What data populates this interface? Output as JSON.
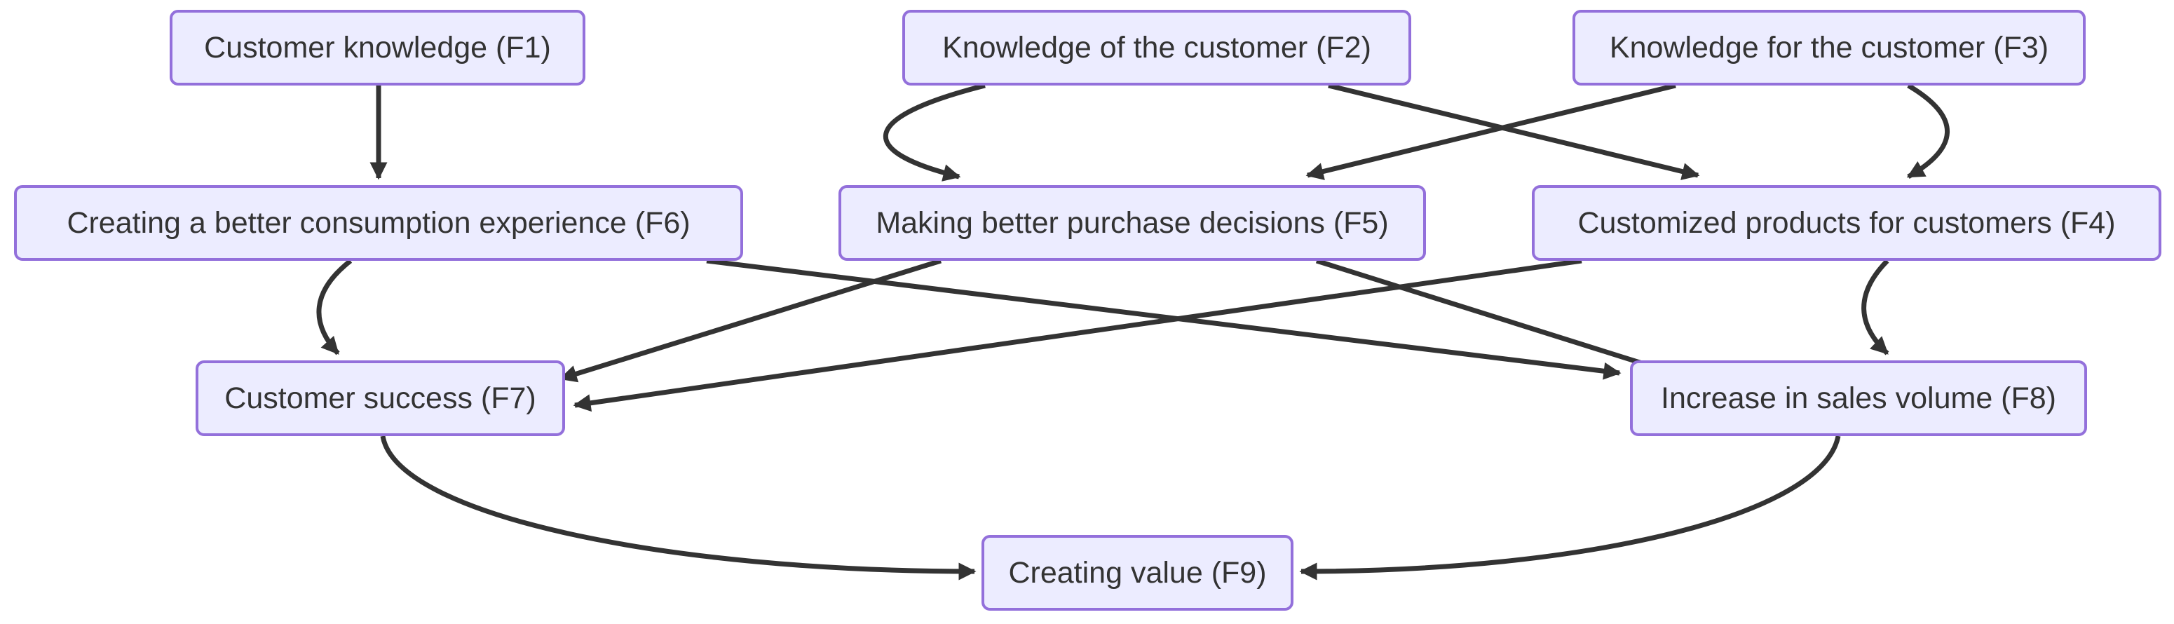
{
  "diagram": {
    "type": "flowchart",
    "direction": "top-down",
    "nodes": {
      "f1": {
        "id": "F1",
        "label": "Customer knowledge (F1)"
      },
      "f2": {
        "id": "F2",
        "label": "Knowledge of the customer (F2)"
      },
      "f3": {
        "id": "F3",
        "label": "Knowledge for the customer (F3)"
      },
      "f6": {
        "id": "F6",
        "label": "Creating a better consumption experience (F6)"
      },
      "f5": {
        "id": "F5",
        "label": "Making better purchase decisions (F5)"
      },
      "f4": {
        "id": "F4",
        "label": "Customized products for customers (F4)"
      },
      "f7": {
        "id": "F7",
        "label": "Customer success (F7)"
      },
      "f8": {
        "id": "F8",
        "label": "Increase in sales volume (F8)"
      },
      "f9": {
        "id": "F9",
        "label": "Creating value (F9)"
      }
    },
    "edges": [
      {
        "from": "F1",
        "to": "F6"
      },
      {
        "from": "F2",
        "to": "F5"
      },
      {
        "from": "F2",
        "to": "F4"
      },
      {
        "from": "F3",
        "to": "F5"
      },
      {
        "from": "F3",
        "to": "F4"
      },
      {
        "from": "F6",
        "to": "F7"
      },
      {
        "from": "F6",
        "to": "F8"
      },
      {
        "from": "F5",
        "to": "F7"
      },
      {
        "from": "F5",
        "to": "F8"
      },
      {
        "from": "F4",
        "to": "F7"
      },
      {
        "from": "F4",
        "to": "F8"
      },
      {
        "from": "F7",
        "to": "F9"
      },
      {
        "from": "F8",
        "to": "F9"
      }
    ],
    "style": {
      "background": "#FFFFFF",
      "node_fill": "#ECECFF",
      "node_border": "#9370DB",
      "text_color": "#333333",
      "edge_color": "#333333"
    }
  }
}
